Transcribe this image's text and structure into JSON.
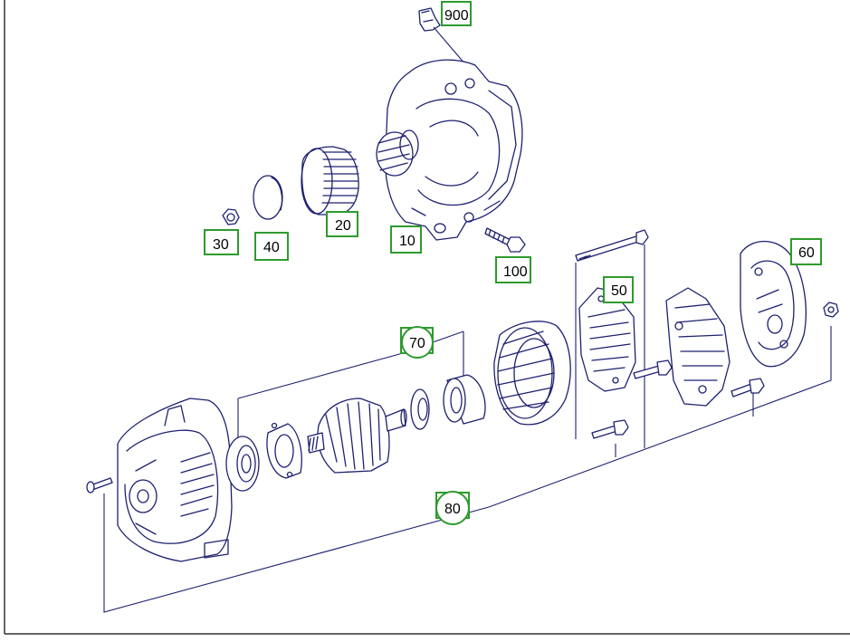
{
  "diagram": {
    "callouts": [
      {
        "id": "900",
        "label": "900",
        "shape": "box"
      },
      {
        "id": "30",
        "label": "30",
        "shape": "box"
      },
      {
        "id": "40",
        "label": "40",
        "shape": "box"
      },
      {
        "id": "20",
        "label": "20",
        "shape": "box"
      },
      {
        "id": "10",
        "label": "10",
        "shape": "box"
      },
      {
        "id": "100",
        "label": "100",
        "shape": "box"
      },
      {
        "id": "60",
        "label": "60",
        "shape": "box"
      },
      {
        "id": "50",
        "label": "50",
        "shape": "box"
      },
      {
        "id": "70",
        "label": "70",
        "shape": "circle"
      },
      {
        "id": "80",
        "label": "80",
        "shape": "circle"
      }
    ],
    "colors": {
      "linework": "#1e2170",
      "callout_border": "#2e9a2e",
      "frame": "#333333",
      "background": "#ffffff"
    }
  }
}
